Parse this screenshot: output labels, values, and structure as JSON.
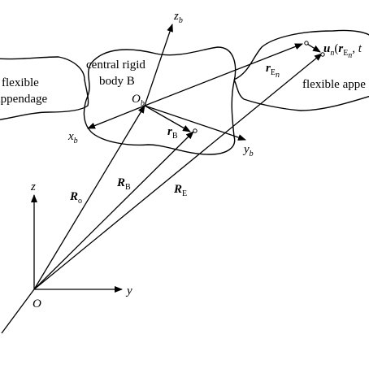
{
  "labels": {
    "central_body": [
      "central rigid",
      "body B"
    ],
    "left_appendage": [
      "flexible",
      "appendage"
    ],
    "right_appendage": "flexible appe",
    "O": "O",
    "Ob": "O",
    "Ob_sub": "b",
    "zb": "z",
    "zb_sub": "b",
    "xb": "x",
    "xb_sub": "b",
    "yb": "y",
    "yb_sub": "b",
    "z": "z",
    "y": "y",
    "Ro": "R",
    "Ro_sub": "o",
    "RB": "R",
    "RB_sub": "B",
    "RE": "R",
    "RE_sub": "E",
    "rB": "r",
    "rB_sub": "B",
    "rEn": "r",
    "rEn_sub": "E",
    "rEn_subsub": "n",
    "un_u": "u",
    "un_n": "n",
    "un_paren": "(",
    "un_r": "r",
    "un_rsub": "E",
    "un_rsubsub": "n",
    "un_tail": ", t"
  }
}
